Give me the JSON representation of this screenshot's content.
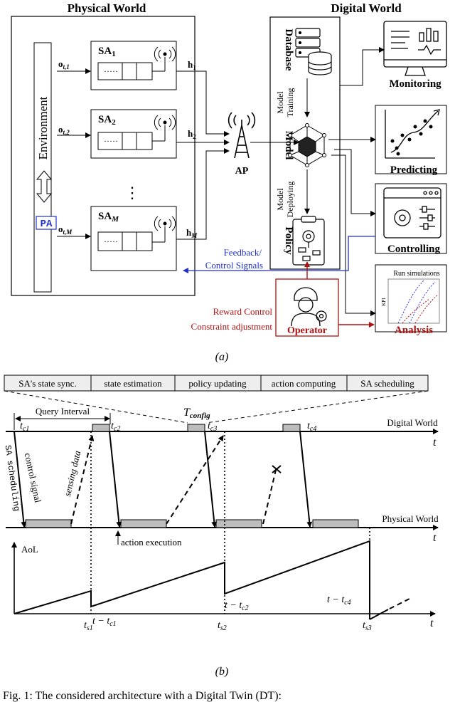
{
  "top": {
    "physical_world": "Physical World",
    "digital_world": "Digital World",
    "environment": "Environment",
    "pa": "PA",
    "agents": [
      {
        "label": "SA",
        "sub": "1",
        "obs": "o",
        "obs_sub": "t,1",
        "h": "h",
        "h_sub": "1"
      },
      {
        "label": "SA",
        "sub": "2",
        "obs": "o",
        "obs_sub": "t,2",
        "h": "h",
        "h_sub": "2"
      },
      {
        "label": "SA",
        "sub": "M",
        "obs": "o",
        "obs_sub": "t,M",
        "h": "h",
        "h_sub": "M"
      }
    ],
    "buffer_dots": "·····",
    "vdots": "⋮",
    "ap": "AP",
    "database": "Database",
    "model": "Model",
    "policy": "Policy",
    "model_training_1": "Model",
    "model_training_2": "Training",
    "model_deploying_1": "Model",
    "model_deploying_2": "Deploying",
    "monitoring": "Monitoring",
    "predicting": "Predicting",
    "controlling": "Controlling",
    "analysis": "Analysis",
    "run_simulations": "Run simulations",
    "kpi": "KPI",
    "feedback_1": "Feedback/",
    "feedback_2": "Control Signals",
    "operator": "Operator",
    "reward_control": "Reward Control",
    "constraint_adjustment": "Constraint adjustment",
    "caption_a": "(a)"
  },
  "bottom": {
    "steps": [
      "SA's state sync.",
      "state estimation",
      "policy updating",
      "action computing",
      "SA scheduling"
    ],
    "t_config": "T",
    "t_config_sub": "config",
    "query_interval": "Query Interval",
    "tc1": "c1",
    "tc2": "c2",
    "tc3": "c3",
    "tc4": "c4",
    "digital_world": "Digital World",
    "physical_world": "Physical World",
    "t": "t",
    "control_signal": "control signal",
    "sa_scheduling": "SA scheduling",
    "sensing_data": "sensing data",
    "action_execution": "action execution",
    "aol": "AoL",
    "minus_tc1": "t − t",
    "minus_tc2": "t − t",
    "minus_tc4": "t − t",
    "ts1": "s1",
    "ts2": "s2",
    "ts3": "s3",
    "caption_b": "(b)"
  },
  "caption": "Fig.  1:  The  considered  architecture  with  a  Digital  Twin  (DT):",
  "colors": {
    "blue": "#1f2fd0",
    "red": "#b01010",
    "gray": "#bdbdbd"
  }
}
